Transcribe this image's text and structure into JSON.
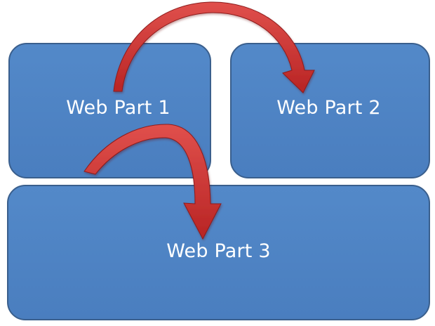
{
  "diagram": {
    "boxes": [
      {
        "label": "Web Part 1"
      },
      {
        "label": "Web Part 2"
      },
      {
        "label": "Web Part 3"
      }
    ],
    "arrows": [
      {
        "from": "Web Part 1",
        "to": "Web Part 2"
      },
      {
        "from": "Web Part 1",
        "to": "Web Part 3"
      }
    ],
    "colors": {
      "box_fill": "#4f83c4",
      "box_border": "#3a5f8d",
      "arrow": "#cc2f2f",
      "label": "#ffffff"
    }
  }
}
